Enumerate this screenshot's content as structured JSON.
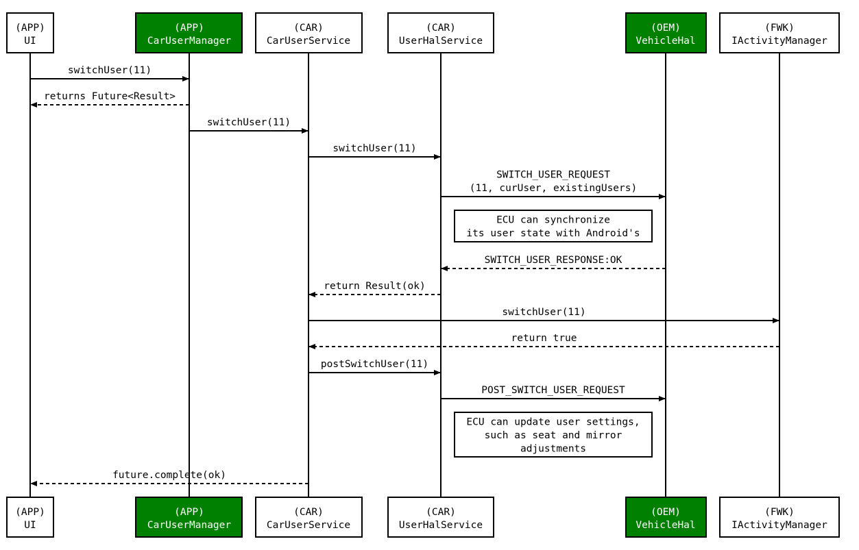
{
  "colors": {
    "highlight_fill": "#008000",
    "highlight_text": "#ffffff",
    "line": "#000000",
    "background": "#ffffff"
  },
  "participants": [
    {
      "id": "ui",
      "line1": "(APP)",
      "line2": "UI",
      "highlighted": false
    },
    {
      "id": "mgr",
      "line1": "(APP)",
      "line2": "CarUserManager",
      "highlighted": true
    },
    {
      "id": "svc",
      "line1": "(CAR)",
      "line2": "CarUserService",
      "highlighted": false
    },
    {
      "id": "hal",
      "line1": "(CAR)",
      "line2": "UserHalService",
      "highlighted": false
    },
    {
      "id": "vhal",
      "line1": "(OEM)",
      "line2": "VehicleHal",
      "highlighted": true
    },
    {
      "id": "am",
      "line1": "(FWK)",
      "line2": "IActivityManager",
      "highlighted": false
    }
  ],
  "messages": [
    {
      "from": "ui",
      "to": "mgr",
      "label": [
        "switchUser(11)"
      ],
      "dashed": false
    },
    {
      "from": "mgr",
      "to": "ui",
      "label": [
        "returns Future<Result>"
      ],
      "dashed": true
    },
    {
      "from": "mgr",
      "to": "svc",
      "label": [
        "switchUser(11)"
      ],
      "dashed": false
    },
    {
      "from": "svc",
      "to": "hal",
      "label": [
        "switchUser(11)"
      ],
      "dashed": false
    },
    {
      "from": "hal",
      "to": "vhal",
      "label": [
        "SWITCH_USER_REQUEST",
        "(11, curUser, existingUsers)"
      ],
      "dashed": false
    },
    {
      "note": true,
      "over": [
        "hal",
        "vhal"
      ],
      "label": [
        "ECU can synchronize",
        "its user state with Android's"
      ]
    },
    {
      "from": "vhal",
      "to": "hal",
      "label": [
        "SWITCH_USER_RESPONSE:OK"
      ],
      "dashed": true
    },
    {
      "from": "hal",
      "to": "svc",
      "label": [
        "return Result(ok)"
      ],
      "dashed": true
    },
    {
      "from": "svc",
      "to": "am",
      "label": [
        "switchUser(11)"
      ],
      "dashed": false
    },
    {
      "from": "am",
      "to": "svc",
      "label": [
        "return true"
      ],
      "dashed": true
    },
    {
      "from": "svc",
      "to": "hal",
      "label": [
        "postSwitchUser(11)"
      ],
      "dashed": false
    },
    {
      "from": "hal",
      "to": "vhal",
      "label": [
        "POST_SWITCH_USER_REQUEST"
      ],
      "dashed": false
    },
    {
      "note": true,
      "over": [
        "hal",
        "vhal"
      ],
      "label": [
        "ECU can update user settings,",
        "such as seat and mirror",
        "adjustments"
      ]
    },
    {
      "from": "svc",
      "to": "ui",
      "label": [
        "future.complete(ok)"
      ],
      "dashed": true
    }
  ]
}
